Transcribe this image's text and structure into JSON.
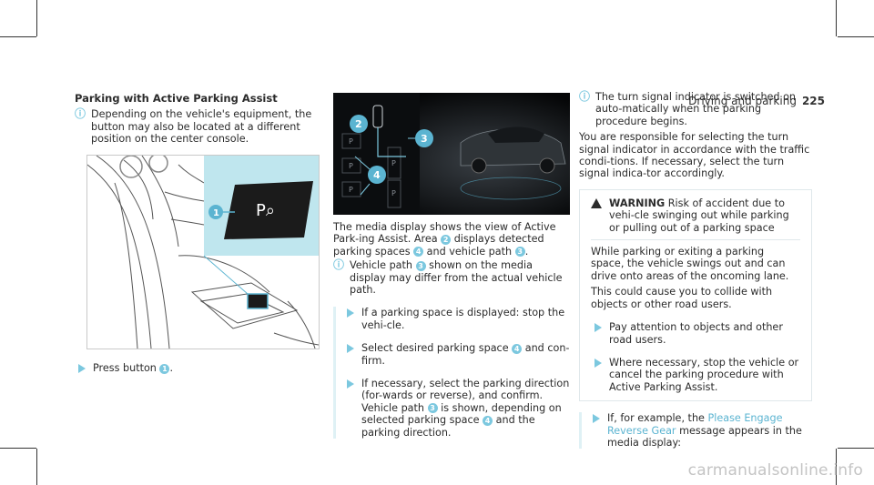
{
  "header": {
    "section": "Driving and parking",
    "page": "225"
  },
  "col1": {
    "title": "Parking with Active Parking Assist",
    "info": "Depending on the vehicle's equipment, the button may also be located at a different position on the center console.",
    "figure_callout": "1",
    "step_pre": "Press button",
    "step_num": "1",
    "step_post": "."
  },
  "col2": {
    "figure_labels": {
      "p2": "2",
      "p3": "3",
      "p4": "4",
      "p": "P"
    },
    "para_pre": "The media display shows the view of Active Park-ing Assist. Area",
    "para_n2": "2",
    "para_mid": "displays detected parking spaces",
    "para_n4": "4",
    "para_mid2": "and vehicle path",
    "para_n3": "3",
    "para_end": ".",
    "info_pre": "Vehicle path",
    "info_n3": "3",
    "info_post": "shown on the media display may differ from the actual vehicle path.",
    "step1": "If a parking space is displayed: stop the vehi-cle.",
    "step2_pre": "Select desired parking space",
    "step2_n4": "4",
    "step2_post": "and con-firm.",
    "step3_a": "If necessary, select the parking direction (for-wards or reverse), and confirm.",
    "step3_b_pre": "Vehicle path",
    "step3_b_n3": "3",
    "step3_b_mid": "is shown, depending on selected parking space",
    "step3_b_n4": "4",
    "step3_b_post": "and the parking direction."
  },
  "col3": {
    "info": "The turn signal indicator is switched on auto-matically when the parking procedure begins.",
    "para": "You are responsible for selecting the turn signal indicator in accordance with the traffic condi-tions. If necessary, select the turn signal indica-tor accordingly.",
    "warning_label": "WARNING",
    "warning_title": "Risk of accident due to vehi-cle swinging out while parking or pulling out of a parking space",
    "warning_p1": "While parking or exiting a parking space, the vehicle swings out and can drive onto areas of the oncoming lane.",
    "warning_p2": "This could cause you to collide with objects or other road users.",
    "warning_step1": "Pay attention to objects and other road users.",
    "warning_step2": "Where necessary, stop the vehicle or cancel the parking procedure with Active Parking Assist.",
    "step_pre": "If, for example, the",
    "step_hl": "Please Engage Reverse Gear",
    "step_post": "message appears in the media display:"
  },
  "watermark": "carmanualsonline.info",
  "colors": {
    "accent": "#7cc8df",
    "highlight": "#5bb4d1",
    "panel": "#bfe6ee"
  }
}
